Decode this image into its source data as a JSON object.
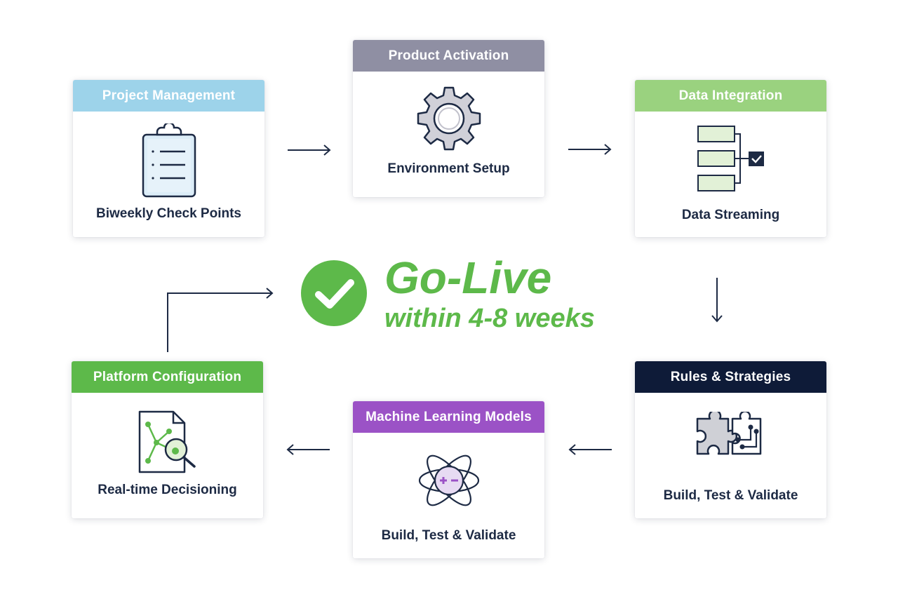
{
  "cards": {
    "project_management": {
      "header": "Project Management",
      "caption": "Biweekly Check Points",
      "header_color": "#9dd3ea"
    },
    "product_activation": {
      "header": "Product Activation",
      "caption": "Environment Setup",
      "header_color": "#8f8fa3"
    },
    "data_integration": {
      "header": "Data Integration",
      "caption": "Data Streaming",
      "header_color": "#9ad27f"
    },
    "rules_strategies": {
      "header": "Rules & Strategies",
      "caption": "Build, Test & Validate",
      "header_color": "#0e1b38"
    },
    "machine_learning": {
      "header": "Machine Learning Models",
      "caption": "Build, Test & Validate",
      "header_color": "#9b52c6"
    },
    "platform_configuration": {
      "header": "Platform Configuration",
      "caption": "Real-time Decisioning",
      "header_color": "#5db94a"
    }
  },
  "golive": {
    "title": "Go-Live",
    "subtitle": "within 4-8 weeks",
    "color": "#5db94a"
  },
  "icons": [
    "clipboard-icon",
    "gear-icon",
    "data-streams-icon",
    "puzzle-circuit-icon",
    "atom-icon",
    "document-network-icon",
    "check-circle-icon"
  ]
}
